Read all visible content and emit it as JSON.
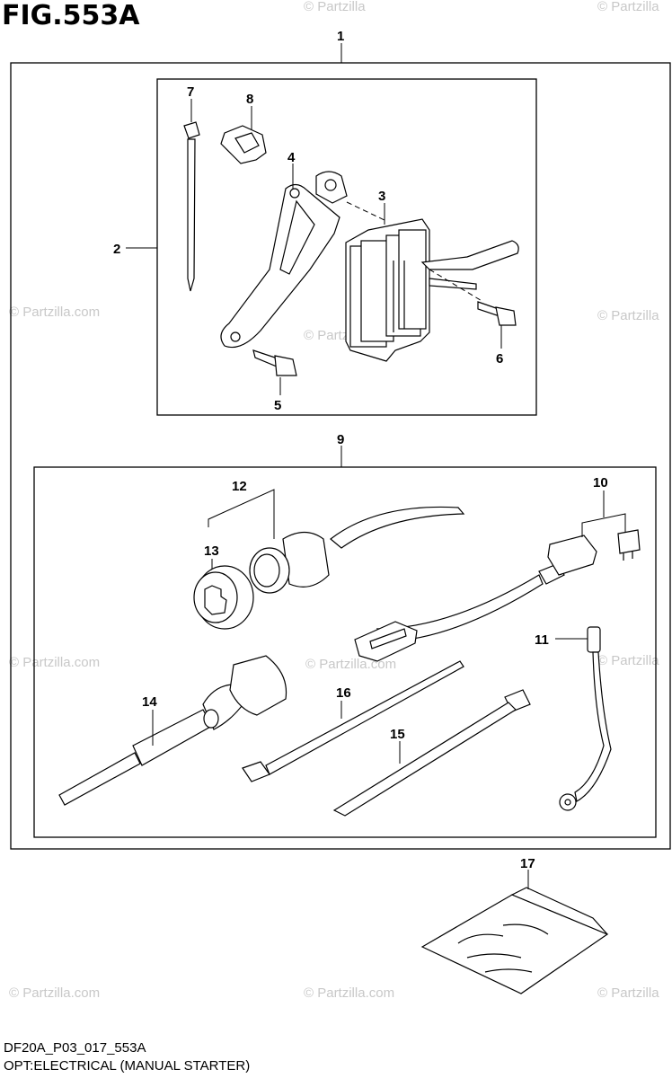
{
  "figure": {
    "title": "FIG.553A",
    "code": "DF20A_P03_017_553A",
    "caption": "OPT:ELECTRICAL (MANUAL STARTER)"
  },
  "callouts": {
    "c1": "1",
    "c2": "2",
    "c3": "3",
    "c4": "4",
    "c5": "5",
    "c6": "6",
    "c7": "7",
    "c8": "8",
    "c9": "9",
    "c10": "10",
    "c11": "11",
    "c12": "12",
    "c13": "13",
    "c14": "14",
    "c15": "15",
    "c16": "16",
    "c17": "17"
  },
  "watermark": "© Partzilla.com",
  "watermark_short": "© Partzilla",
  "colors": {
    "line": "#000000",
    "watermark": "#c8c8c8"
  }
}
